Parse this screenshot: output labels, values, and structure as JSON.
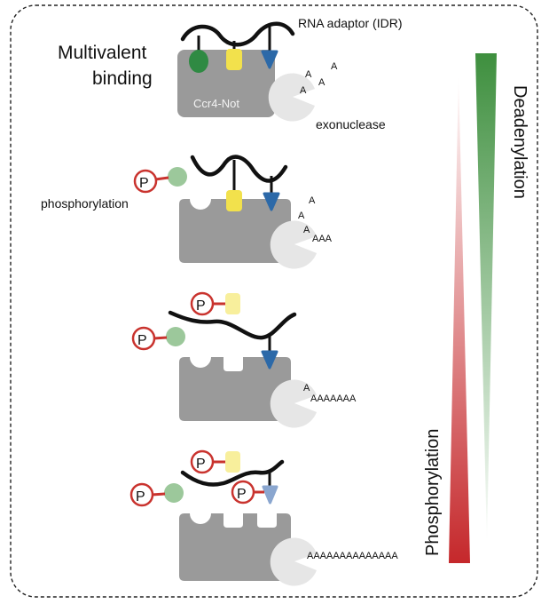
{
  "title": {
    "line1": "Multivalent",
    "line2": "binding"
  },
  "labels": {
    "rna_adaptor": "RNA adaptor (IDR)",
    "complex": "Ccr4-Not",
    "exonuclease": "exonuclease",
    "phosphorylation_step": "phosphorylation",
    "gradient_deadenylation": "Deadenylation",
    "gradient_phosphorylation": "Phosphorylation",
    "phospho_symbol": "P"
  },
  "panels": [
    {
      "polyA": [
        "A",
        "A",
        "A",
        "A"
      ]
    },
    {
      "polyA": [
        "A",
        "A",
        "A",
        "AAA"
      ]
    },
    {
      "polyA": [
        "A",
        "AAAAAAA"
      ]
    },
    {
      "polyA": [
        "AAAAAAAAAAAAAA"
      ]
    }
  ],
  "colors": {
    "frame": "#222222",
    "complex": "#9a9a9a",
    "exonuclease": "#e6e6e6",
    "green": "#2f8a43",
    "green_faded": "#9cc89b",
    "yellow": "#f2e14c",
    "yellow_faded": "#f8ef9c",
    "blue": "#2c69a8",
    "blue_faded": "#8aa6cf",
    "phospho_red": "#c9332e",
    "gradient_green": "#3e8f3e",
    "gradient_red": "#c5282b"
  }
}
